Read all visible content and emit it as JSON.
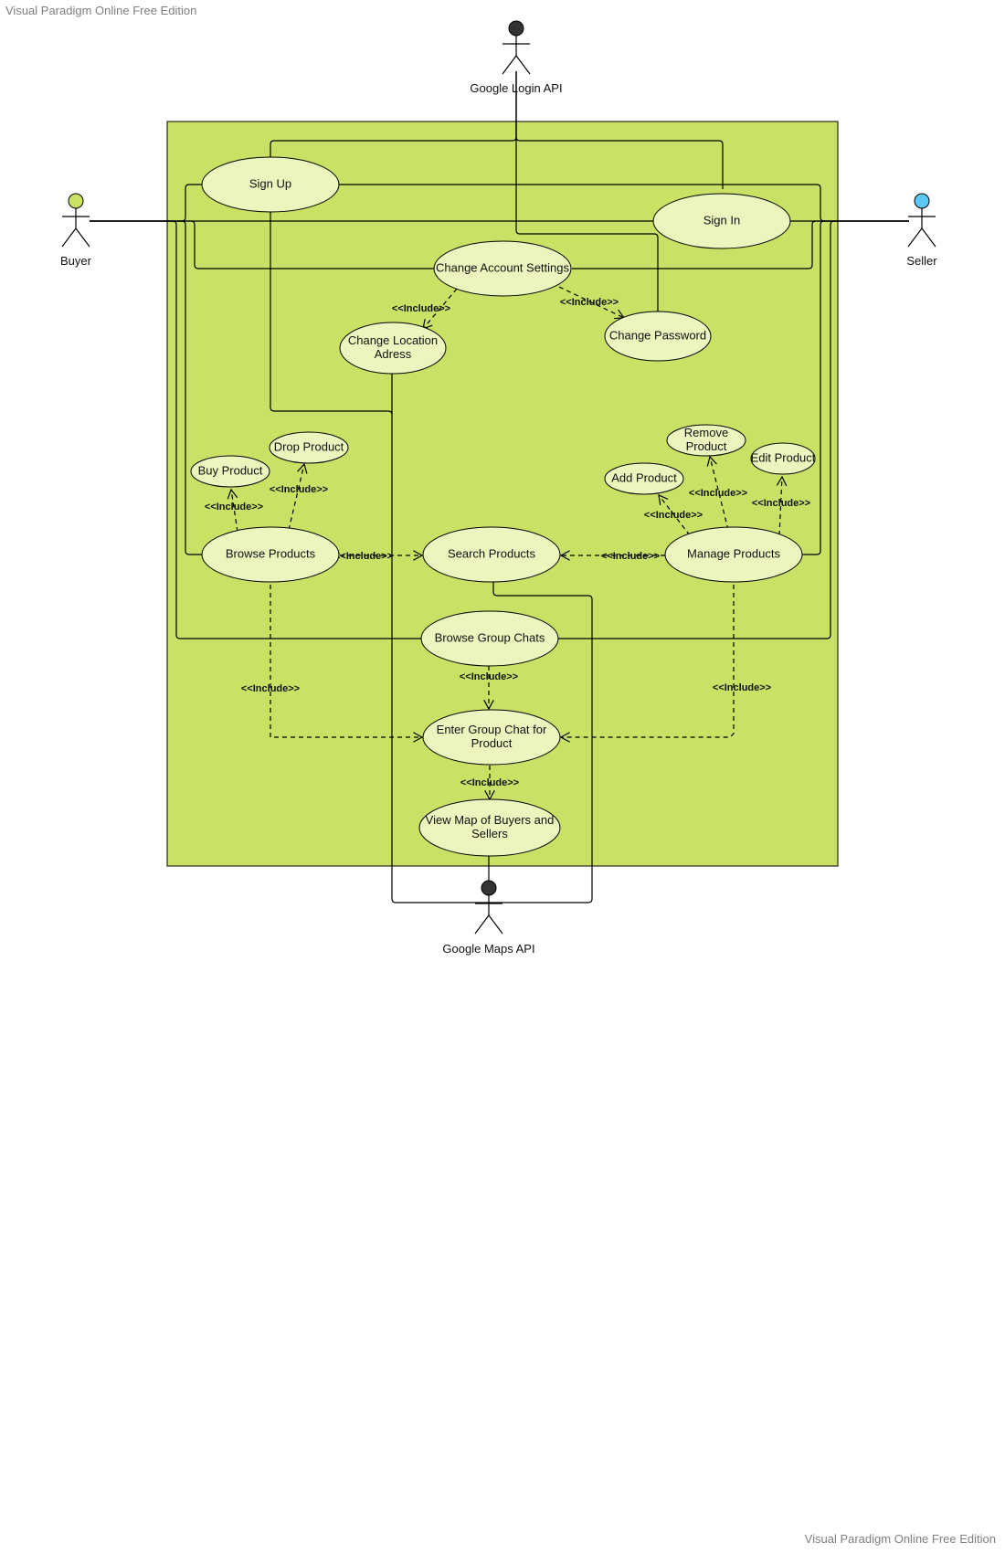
{
  "watermark": {
    "top": "Visual Paradigm Online Free Edition",
    "bottom": "Visual Paradigm Online Free Edition"
  },
  "colors": {
    "system_fill": "#c9e265",
    "usecase_fill": "#ebf5bd",
    "buyer_head": "#c9e265",
    "seller_head": "#5bc8f5",
    "api_head": "#333333",
    "stroke": "#000000"
  },
  "actors": {
    "google_login": "Google Login API",
    "buyer": "Buyer",
    "seller": "Seller",
    "google_maps": "Google Maps API"
  },
  "usecases": {
    "sign_up": [
      "Sign Up"
    ],
    "sign_in": [
      "Sign In"
    ],
    "change_account": [
      "Change Account Settings"
    ],
    "change_location": [
      "Change Location",
      "Adress"
    ],
    "change_password": [
      "Change Password"
    ],
    "drop_product": [
      "Drop Product"
    ],
    "buy_product": [
      "Buy Product"
    ],
    "remove_product": [
      "Remove",
      "Product"
    ],
    "edit_product": [
      "Edit Product"
    ],
    "add_product": [
      "Add Product"
    ],
    "browse_products": [
      "Browse Products"
    ],
    "search_products": [
      "Search Products"
    ],
    "manage_products": [
      "Manage Products"
    ],
    "browse_group_chats": [
      "Browse Group Chats"
    ],
    "enter_group_chat": [
      "Enter Group Chat for",
      "Product"
    ],
    "view_map": [
      "View Map of Buyers and",
      "Sellers"
    ]
  },
  "include_label": "<<Include>>"
}
